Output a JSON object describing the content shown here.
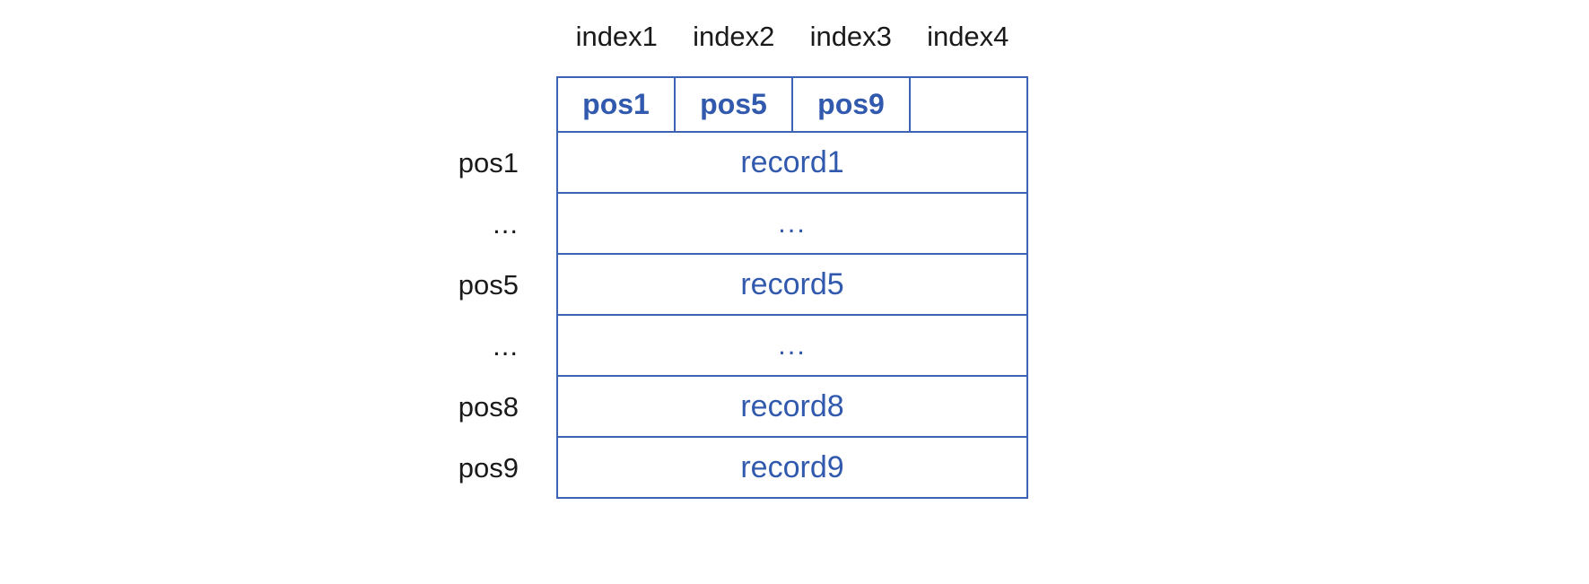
{
  "diagram": {
    "type": "record-index-table",
    "colors": {
      "accent_blue": "#3c63b5",
      "text_blue": "#3159ad",
      "label_black": "#1a1a1a",
      "background": "#ffffff"
    },
    "column_index_labels": [
      {
        "label": "index1"
      },
      {
        "label": "index2"
      },
      {
        "label": "index3"
      },
      {
        "label": "index4"
      }
    ],
    "header_cells": [
      {
        "label": "pos1"
      },
      {
        "label": "pos5"
      },
      {
        "label": "pos9"
      },
      {
        "label": ""
      }
    ],
    "rows": [
      {
        "row_label": "pos1",
        "value": "record1"
      },
      {
        "row_label": "...",
        "value": "..."
      },
      {
        "row_label": "pos5",
        "value": "record5"
      },
      {
        "row_label": "...",
        "value": "..."
      },
      {
        "row_label": "pos8",
        "value": "record8"
      },
      {
        "row_label": "pos9",
        "value": "record9"
      }
    ]
  }
}
